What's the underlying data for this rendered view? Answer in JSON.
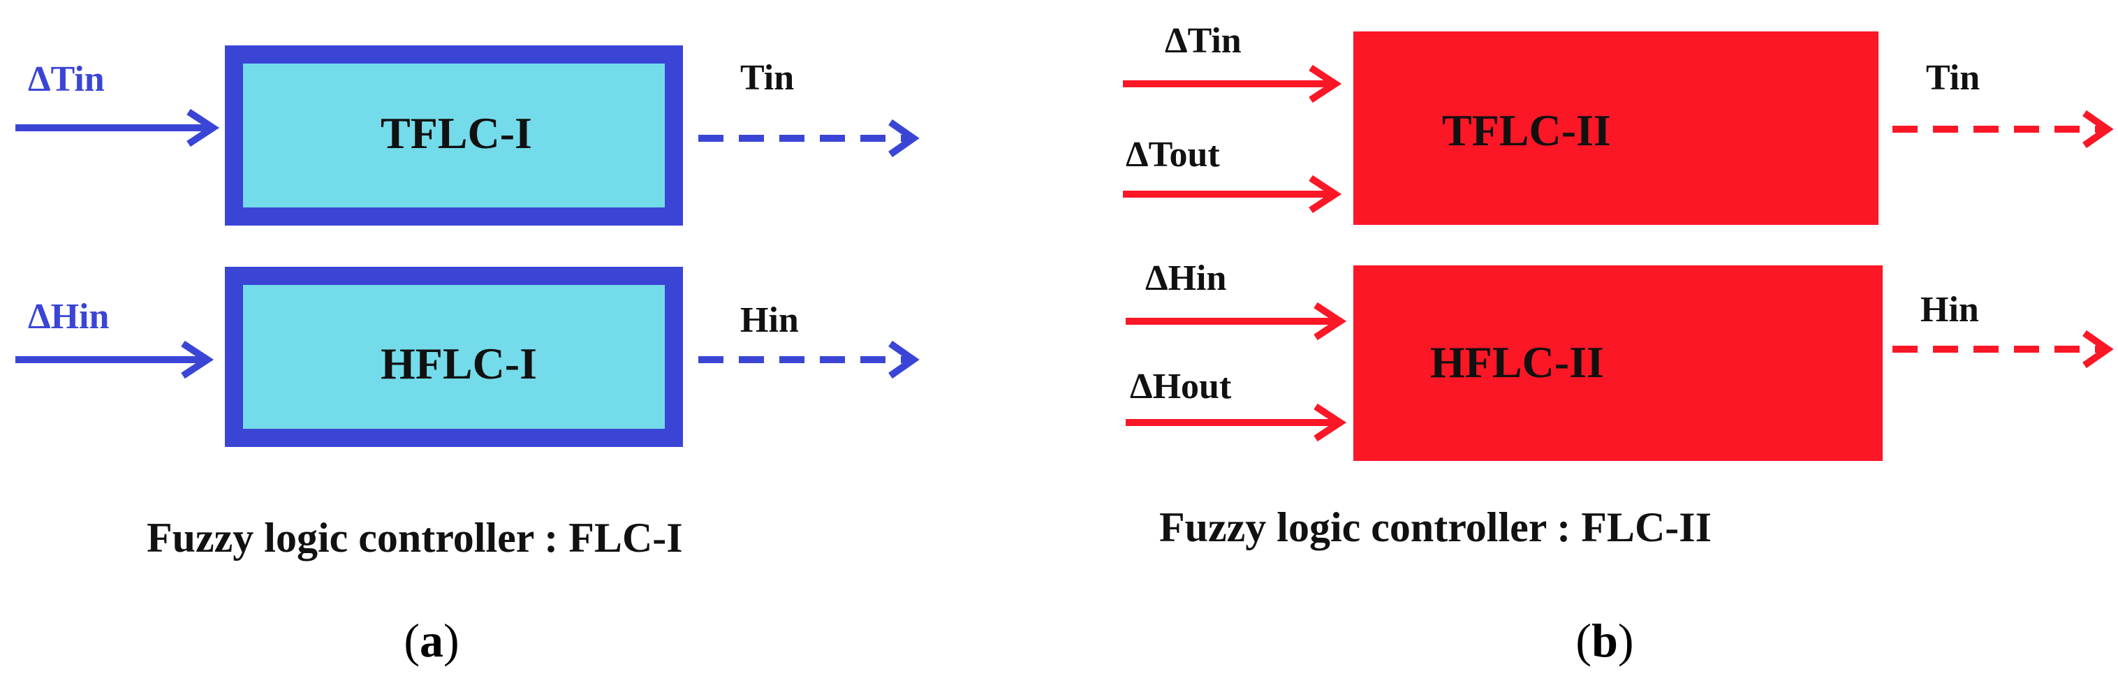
{
  "colors": {
    "blue_stroke": "#3a45d6",
    "blue_fill": "#74dbea",
    "red": "#fb1726",
    "text_dark": "#111111",
    "white": "#ffffff"
  },
  "panel_a": {
    "top_block": {
      "label": "TFLC-I",
      "input": "ΔTin",
      "output": "Tin"
    },
    "bottom_block": {
      "label": "HFLC-I",
      "input": "ΔHin",
      "output": "Hin"
    },
    "caption": "Fuzzy logic controller : FLC-I",
    "panel_label": {
      "open": "(",
      "letter": "a",
      "close": ")"
    }
  },
  "panel_b": {
    "top_block": {
      "label": "TFLC-II",
      "input_1": "ΔTin",
      "input_2": "ΔTout",
      "output": "Tin"
    },
    "bottom_block": {
      "label": "HFLC-II",
      "input_1": "ΔHin",
      "input_2": "ΔHout",
      "output": "Hin"
    },
    "caption": "Fuzzy logic controller : FLC-II",
    "panel_label": {
      "open": "(",
      "letter": "b",
      "close": ")"
    }
  }
}
